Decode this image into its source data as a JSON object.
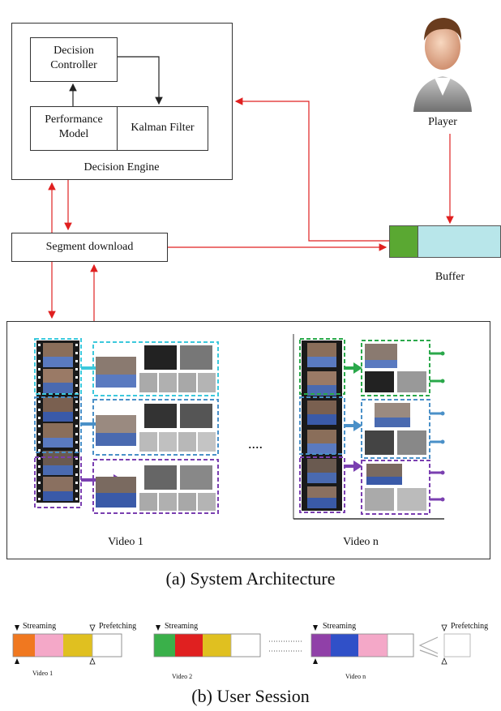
{
  "architecture": {
    "decision_controller": "Decision Controller",
    "performance_model": "Performance Model",
    "kalman_filter": "Kalman Filter",
    "decision_engine": "Decision Engine",
    "player": "Player",
    "segment_download": "Segment download",
    "buffer": "Buffer",
    "video_1": "Video 1",
    "video_n": "Video n",
    "ellipsis": "....",
    "caption": "(a) System Architecture"
  },
  "session": {
    "streaming_1": "Streaming",
    "prefetching_1": "Prefetching",
    "streaming_2": "Streaming",
    "streaming_n": "Streaming",
    "prefetching_n": "Prefetching",
    "video_1": "Video 1",
    "video_2": "Video 2",
    "video_n": "Video n",
    "caption": "(b) User Session"
  },
  "colors": {
    "arrow_red": "#e02020",
    "buffer_green": "#5aa832",
    "buffer_cyan": "#b8e6ea",
    "cyan": "#3cc8dc",
    "blue": "#4a90c8",
    "purple": "#7a3fb0",
    "green": "#2aa84a",
    "orange": "#f07820",
    "pink": "#f4a8c8",
    "yellow": "#e0c020",
    "seg_green": "#3ab04a",
    "seg_red": "#e02020",
    "seg_purple": "#9040a8",
    "seg_blue": "#3050c8"
  }
}
